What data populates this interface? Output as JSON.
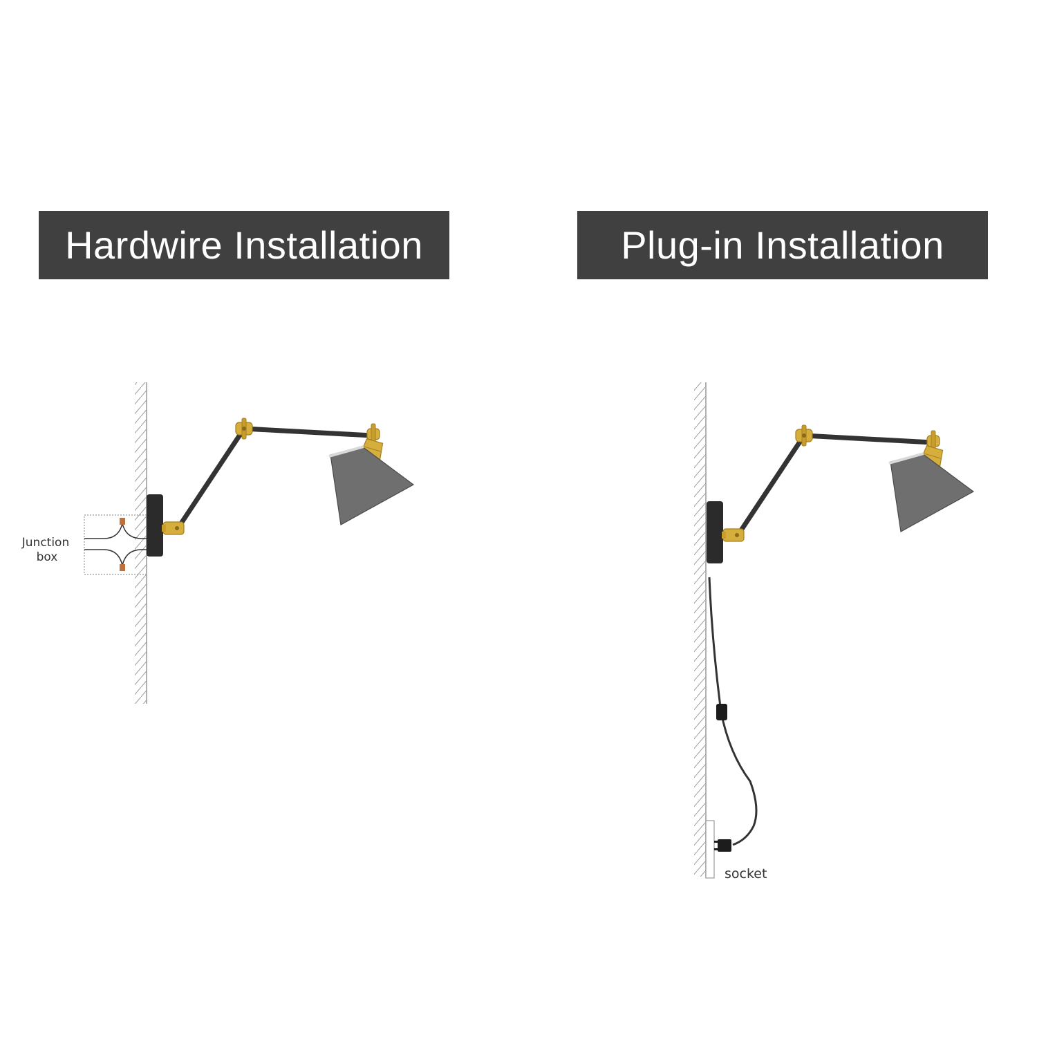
{
  "panels": {
    "hardwire": {
      "title": "Hardwire Installation",
      "label_line1": "Junction",
      "label_line2": "box"
    },
    "plugin": {
      "title": "Plug-in Installation",
      "label": "socket"
    }
  },
  "colors": {
    "banner_bg": "#404040",
    "banner_text": "#ffffff",
    "shade": "#6f6f6f",
    "brass": "#d6ae3c",
    "arm": "#333333",
    "backplate": "#2b2b2b",
    "wall_hatch": "#999999"
  }
}
